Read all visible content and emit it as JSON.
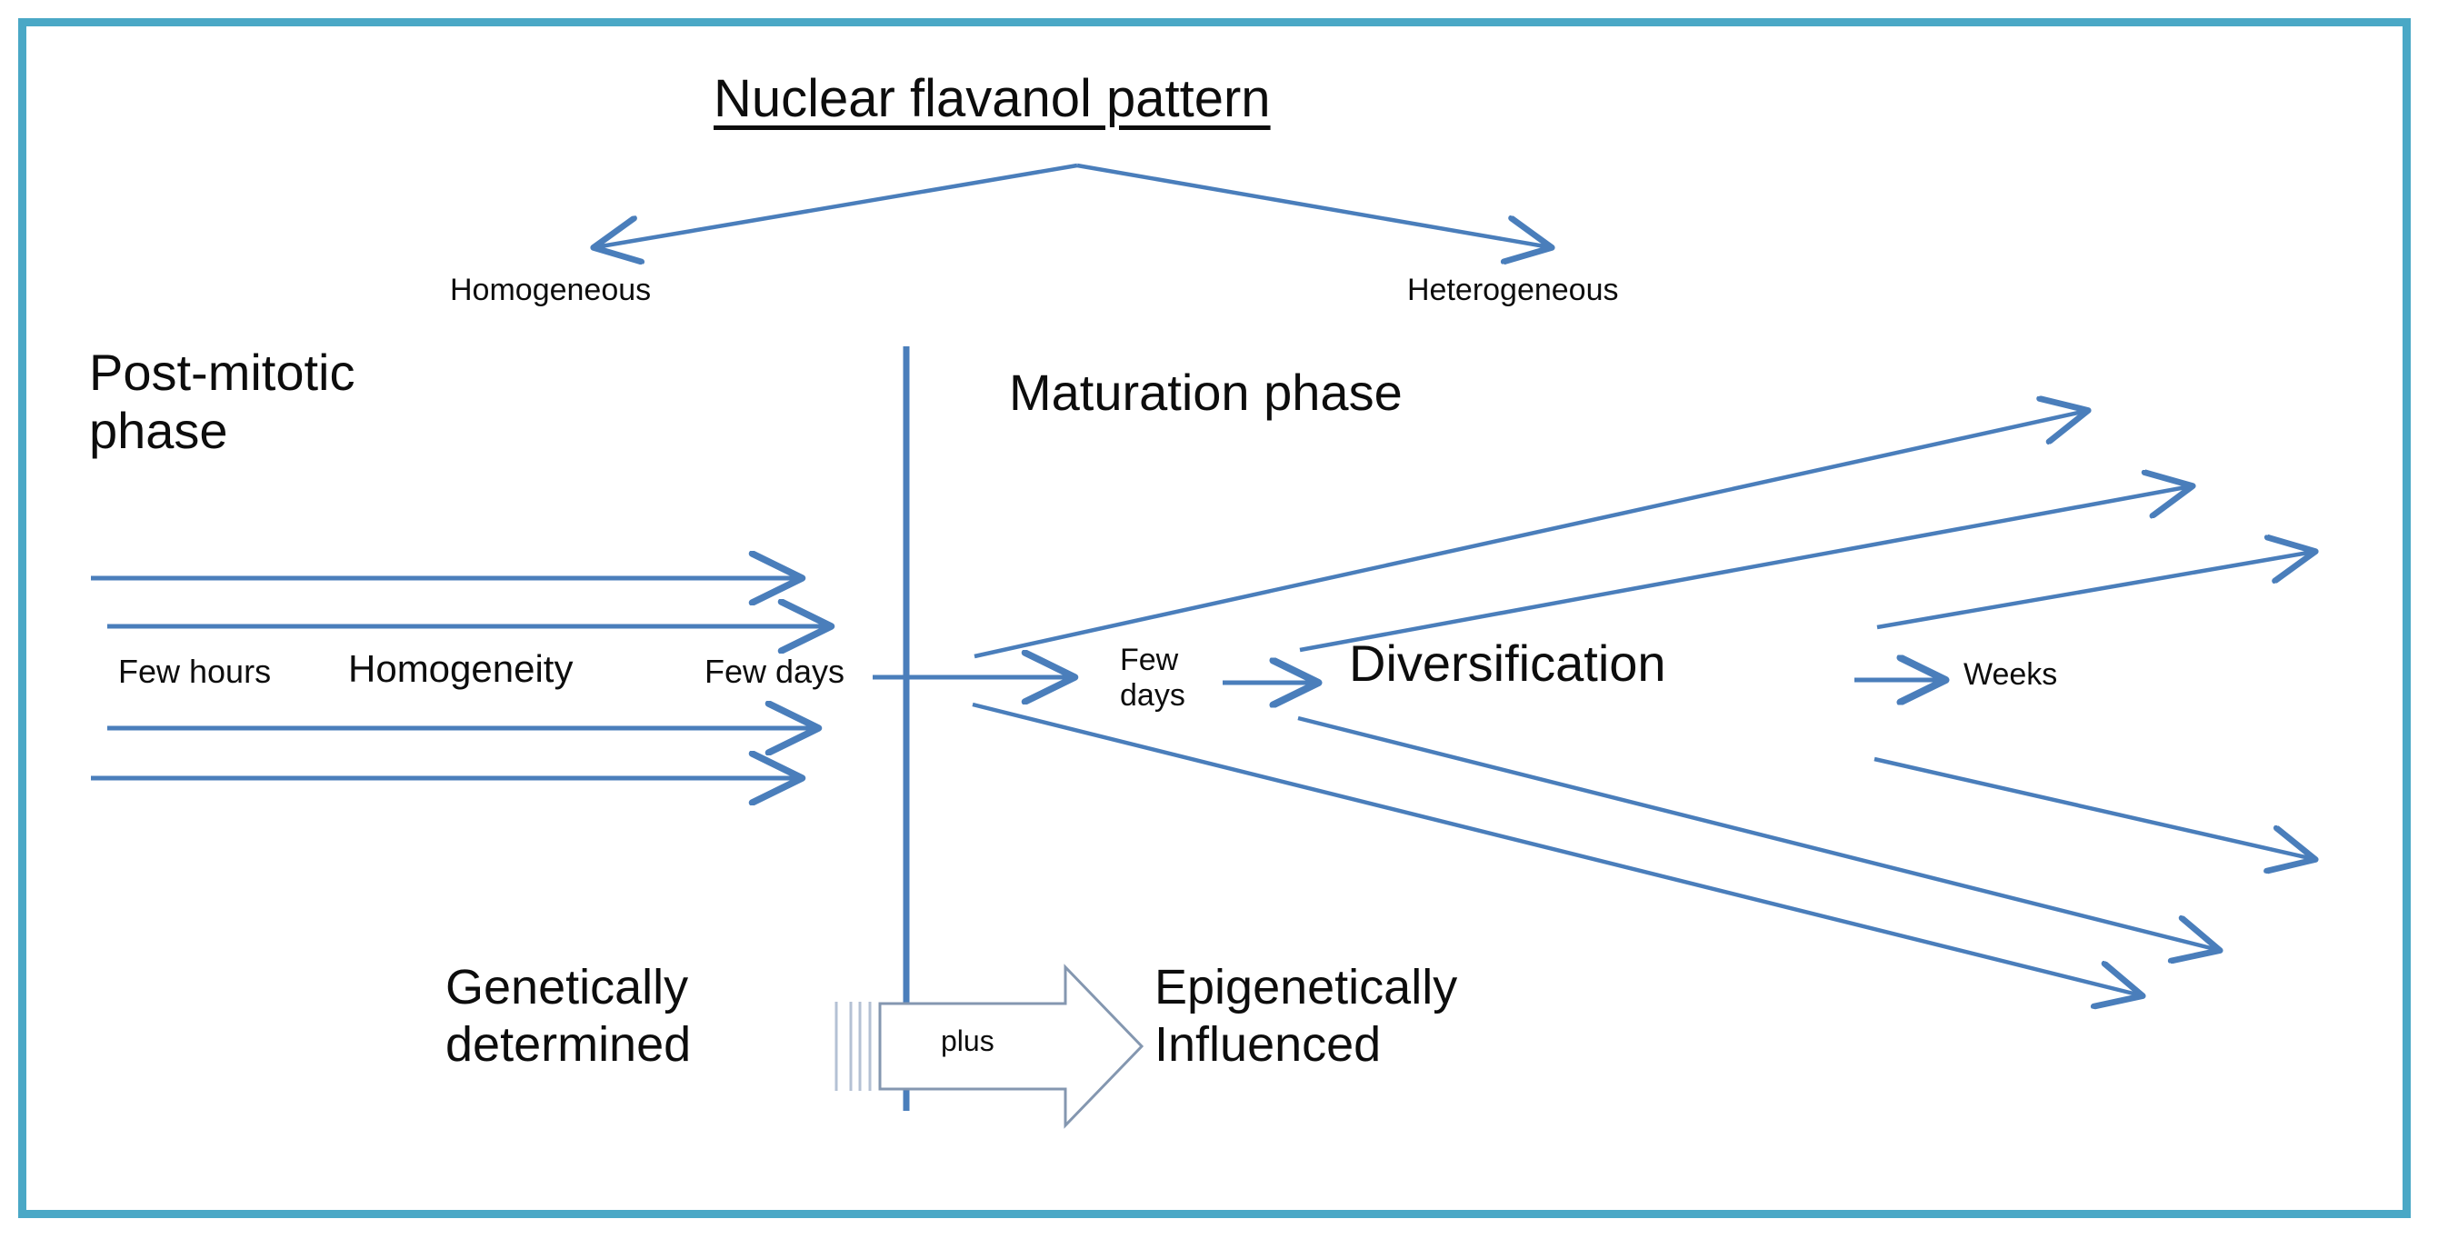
{
  "figure": {
    "title": "Nuclear flavanol pattern",
    "border_color": "#4aa8c6",
    "arrow_color": "#4a7ebb",
    "text_color": "#0d0d0d",
    "background": "#ffffff"
  },
  "branches": {
    "left_label": "Homogeneous",
    "right_label": "Heterogeneous"
  },
  "left_panel": {
    "phase_title": "Post-mitotic\nphase",
    "timeline_start": "Few hours",
    "timeline_middle": "Homogeneity",
    "timeline_end": "Few days",
    "arrow_count": 4
  },
  "right_panel": {
    "phase_title": "Maturation phase",
    "duration_entry": "Few\ndays",
    "process": "Diversification",
    "duration_exit": "Weeks",
    "fan_arrow_count": 6
  },
  "bottom": {
    "left_text": "Genetically\ndetermined",
    "connector_label": "plus",
    "right_text": "Epigenetically\nInfluenced"
  },
  "icons": {
    "divider": "vertical-divider-line",
    "block_arrow": "block-arrow-right-icon",
    "branch_left": "arrow-down-left-icon",
    "branch_right": "arrow-down-right-icon"
  }
}
